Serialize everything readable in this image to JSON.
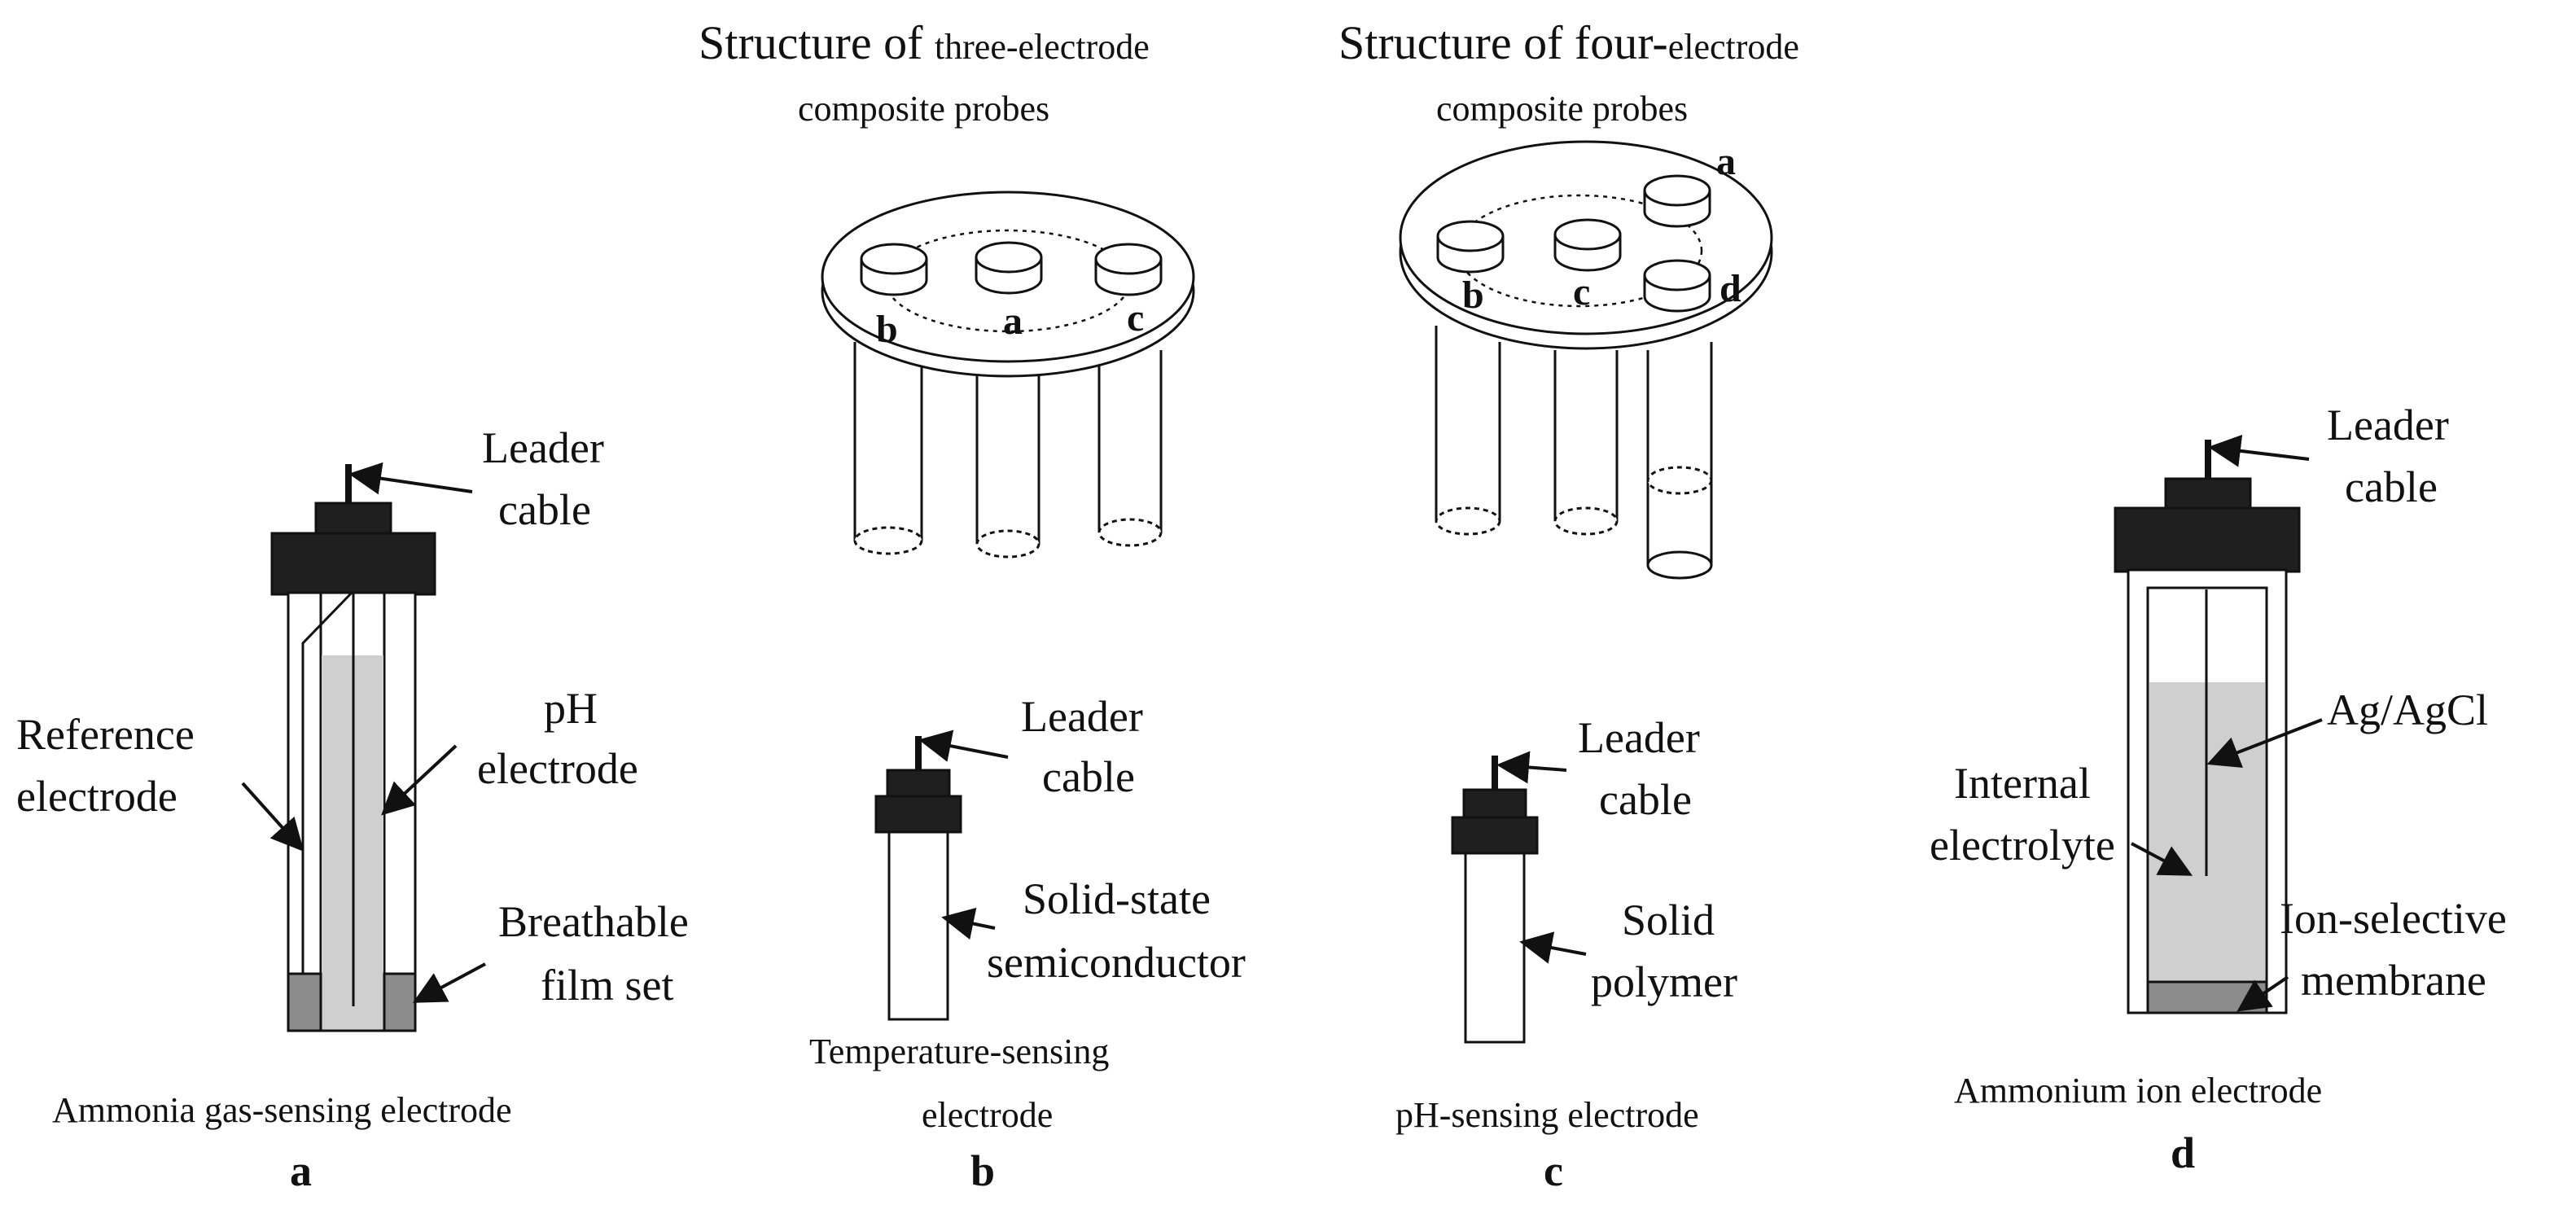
{
  "titles": {
    "three": {
      "big": "Structure of ",
      "small": "three-electrode",
      "line2": "composite probes"
    },
    "four": {
      "big": "Structure of four-",
      "small": "electrode",
      "line2": "composite probes"
    }
  },
  "three_probe_letters": {
    "b": "b",
    "a": "a",
    "c": "c"
  },
  "four_probe_letters": {
    "a": "a",
    "b": "b",
    "c": "c",
    "d": "d"
  },
  "panel_a": {
    "leader_line1": "Leader",
    "leader_line2": "cable",
    "ref_line1": "Reference",
    "ref_line2": "electrode",
    "ph_line1": "pH",
    "ph_line2": "electrode",
    "film_line1": "Breathable",
    "film_line2": "film set",
    "caption": "Ammonia gas-sensing electrode",
    "letter": "a"
  },
  "panel_b": {
    "leader_line1": "Leader",
    "leader_line2": "cable",
    "semi_line1": "Solid-state",
    "semi_line2": "semiconductor",
    "caption_line1": "Temperature-sensing",
    "caption_line2": "electrode",
    "letter": "b"
  },
  "panel_c": {
    "leader_line1": "Leader",
    "leader_line2": "cable",
    "poly_line1": "Solid",
    "poly_line2": "polymer",
    "caption": "pH-sensing electrode",
    "letter": "c"
  },
  "panel_d": {
    "leader_line1": "Leader",
    "leader_line2": "cable",
    "agcl": "Ag/AgCl",
    "internal_line1": "Internal",
    "internal_line2": "electrolyte",
    "ion_line1": "Ion-selective",
    "ion_line2": "membrane",
    "caption": "Ammonium ion electrode",
    "letter": "d"
  },
  "colors": {
    "cap_black": "#1f1f1f",
    "fill_gray": "#cfcfcf",
    "film_gray": "#8c8c8c",
    "line": "#111111"
  }
}
